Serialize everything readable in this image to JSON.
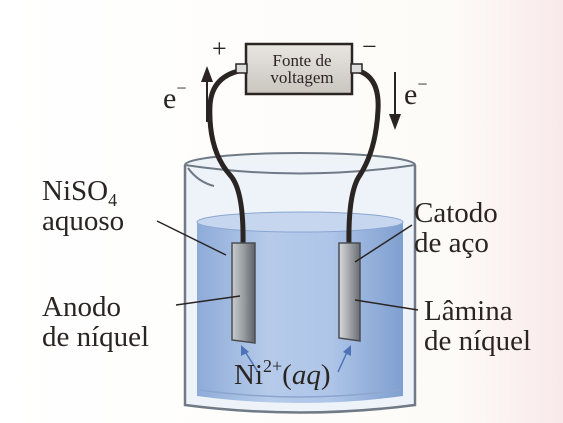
{
  "source_box": {
    "line1": "Fonte de",
    "line2": "voltagem"
  },
  "terminals": {
    "positive": "+",
    "negative": "−"
  },
  "electron_flow": {
    "left": {
      "symbol": "e",
      "charge": "−"
    },
    "right": {
      "symbol": "e",
      "charge": "−"
    }
  },
  "labels": {
    "solution": {
      "line1_main": "NiSO",
      "line1_sub": "4",
      "line2": "aquoso"
    },
    "cathode": {
      "line1": "Catodo",
      "line2": "de aço"
    },
    "anode": {
      "line1": "Anodo",
      "line2": "de níquel"
    },
    "plate": {
      "line1": "Lâmina",
      "line2": "de níquel"
    },
    "ion": {
      "symbol": "Ni",
      "charge": "2+",
      "state": "aq"
    }
  },
  "colors": {
    "solution": "#a9c3e6",
    "glass": "#e6eef6",
    "wire": "#2a2423",
    "electrode": "#8b8f93"
  }
}
